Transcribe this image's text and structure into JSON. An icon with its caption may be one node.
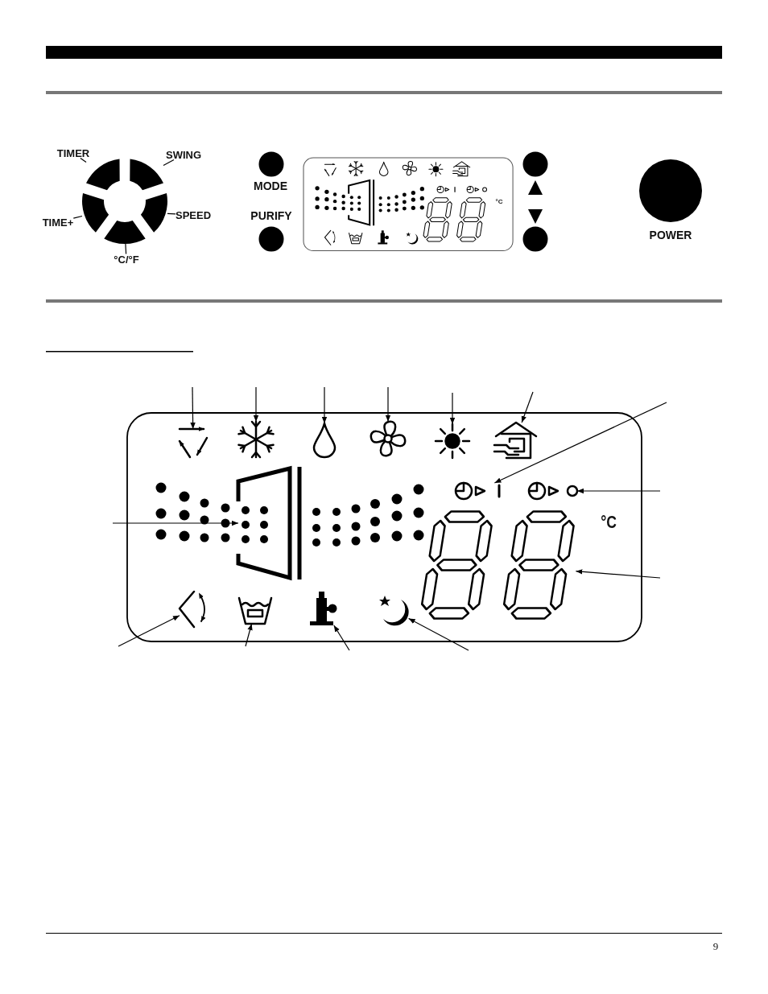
{
  "diagram": {
    "nodes": [
      {
        "text": [
          "TIMER"
        ]
      },
      {
        "text": [
          "SWING"
        ]
      },
      {
        "text": [
          "TIME+"
        ]
      },
      {
        "text": [
          "SPEED"
        ]
      },
      {
        "text": [
          "°C/°F"
        ]
      },
      {
        "text": [],
        "shape": "segment"
      },
      {
        "text": [],
        "shape": "segment"
      },
      {
        "text": [],
        "shape": "segment"
      },
      {
        "text": [],
        "shape": "segment"
      },
      {
        "text": [],
        "shape": "segment"
      },
      {
        "text": [],
        "shape": "box"
      },
      {
        "text": [],
        "shape": "arrows",
        "in": 10
      },
      {
        "text": [],
        "shape": "snowflake",
        "in": 10
      },
      {
        "text": [],
        "shape": "drop",
        "in": 10
      },
      {
        "text": [],
        "shape": "fan",
        "in": 10
      },
      {
        "text": [],
        "shape": "sun",
        "in": 10
      },
      {
        "text": [],
        "shape": "house",
        "in": 10
      },
      {
        "text": [],
        "shape": "timer",
        "in": 10
      },
      {
        "text": [],
        "shape": "timer",
        "in": 10
      },
      {
        "text": [],
        "shape": "louver",
        "in": 10
      },
      {
        "text": [],
        "shape": "digits",
        "in": 10
      },
      {
        "text": [],
        "shape": "swing",
        "in": 10
      },
      {
        "text": [],
        "shape": "tank",
        "in": 10
      },
      {
        "text": [],
        "shape": "compressor",
        "in": 10
      },
      {
        "text": [],
        "shape": "moon",
        "in": 10
      }
    ],
    "edges": [
      {
        "from": 0,
        "to": 5,
        "arrow": "none"
      },
      {
        "from": 1,
        "to": 6,
        "arrow": "none"
      },
      {
        "from": 2,
        "to": 7,
        "arrow": "none"
      },
      {
        "from": 3,
        "to": 8,
        "arrow": "none"
      },
      {
        "from": 4,
        "to": 9,
        "arrow": "none"
      },
      {
        "from": null,
        "to": 11,
        "arrow": "to"
      },
      {
        "from": null,
        "to": 12,
        "arrow": "to"
      },
      {
        "from": null,
        "to": 13,
        "arrow": "to"
      },
      {
        "from": null,
        "to": 14,
        "arrow": "to"
      },
      {
        "from": null,
        "to": 15,
        "arrow": "to"
      },
      {
        "from": null,
        "to": 16,
        "arrow": "to"
      },
      {
        "from": null,
        "to": 17,
        "arrow": "to"
      },
      {
        "from": null,
        "to": 18,
        "arrow": "to"
      },
      {
        "from": null,
        "to": 19,
        "arrow": "to"
      },
      {
        "from": null,
        "to": 20,
        "arrow": "to"
      },
      {
        "from": null,
        "to": 21,
        "arrow": "to"
      },
      {
        "from": null,
        "to": 22,
        "arrow": "to"
      },
      {
        "from": null,
        "to": 23,
        "arrow": "to"
      },
      {
        "from": null,
        "to": 24,
        "arrow": "to"
      }
    ],
    "labels": [
      "MODE",
      "PURIFY",
      "°C",
      "POWER",
      "°C",
      "9"
    ]
  }
}
